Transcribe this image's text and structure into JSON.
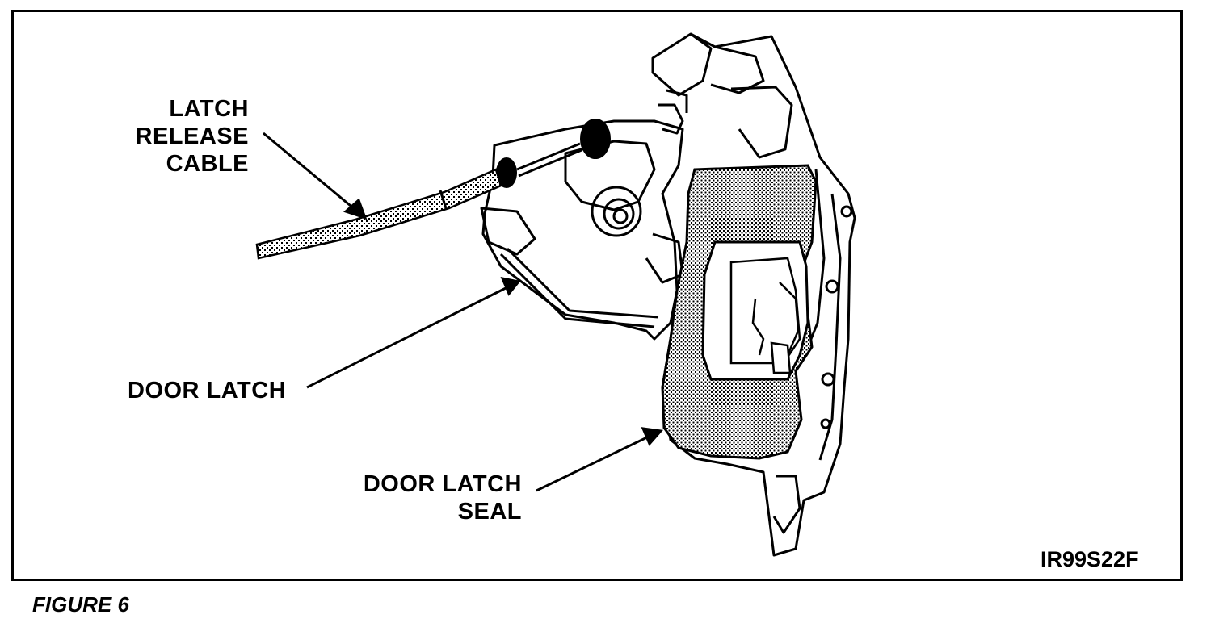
{
  "callouts": {
    "latch_release_cable": [
      "LATCH",
      "RELEASE",
      "CABLE"
    ],
    "door_latch": "DOOR LATCH",
    "door_latch_seal": [
      "DOOR LATCH",
      "SEAL"
    ]
  },
  "figure_code": "IR99S22F",
  "caption": "FIGURE 6"
}
